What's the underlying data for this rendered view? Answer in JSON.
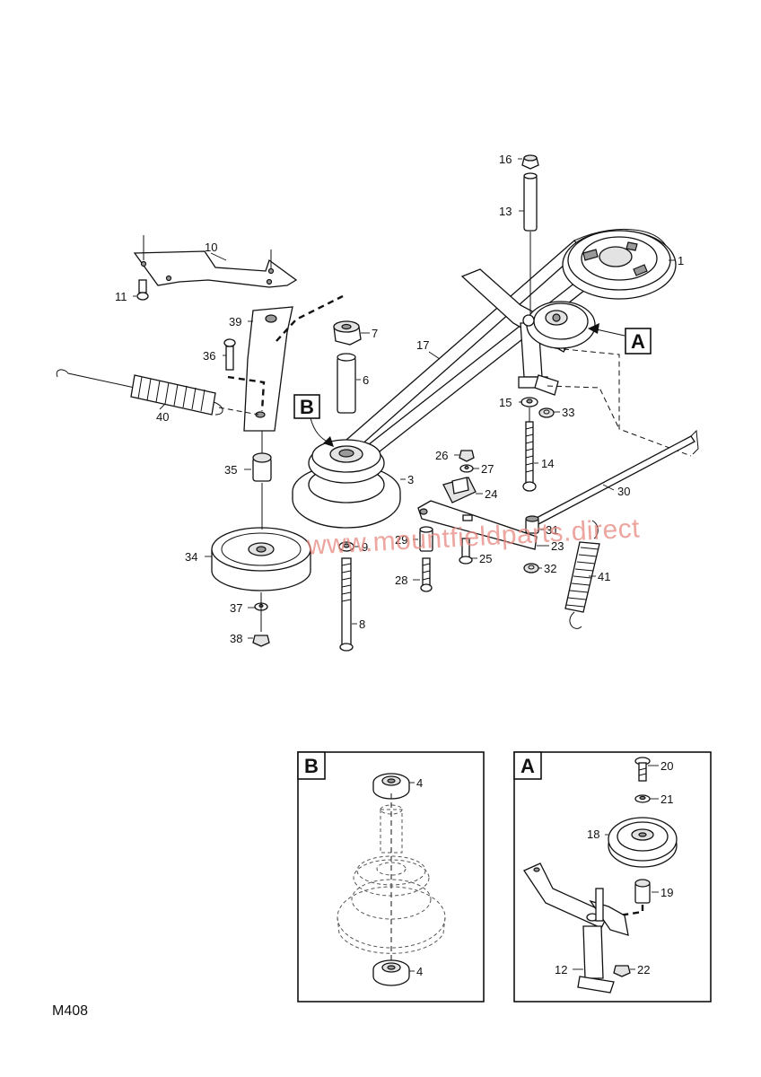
{
  "diagram_code": "M408",
  "watermark": "www.mountfieldparts.direct",
  "callout_labels": [
    "A",
    "B"
  ],
  "inset_a": {
    "letter": "A",
    "parts": [
      "20",
      "21",
      "18",
      "19",
      "12",
      "22"
    ]
  },
  "inset_b": {
    "letter": "B",
    "parts": [
      "4",
      "4"
    ]
  },
  "parts": {
    "p1": "1",
    "p3": "3",
    "p6": "6",
    "p7": "7",
    "p8": "8",
    "p9": "9",
    "p10": "10",
    "p11": "11",
    "p13": "13",
    "p14": "14",
    "p15": "15",
    "p16": "16",
    "p17": "17",
    "p23": "23",
    "p24": "24",
    "p25": "25",
    "p26": "26",
    "p27": "27",
    "p28": "28",
    "p29": "29",
    "p30": "30",
    "p31": "31",
    "p32": "32",
    "p33": "33",
    "p34": "34",
    "p35": "35",
    "p36": "36",
    "p37": "37",
    "p38": "38",
    "p39": "39",
    "p40": "40",
    "p41": "41"
  },
  "colors": {
    "line": "#111111",
    "watermark": "#e8887f",
    "background": "#ffffff"
  }
}
